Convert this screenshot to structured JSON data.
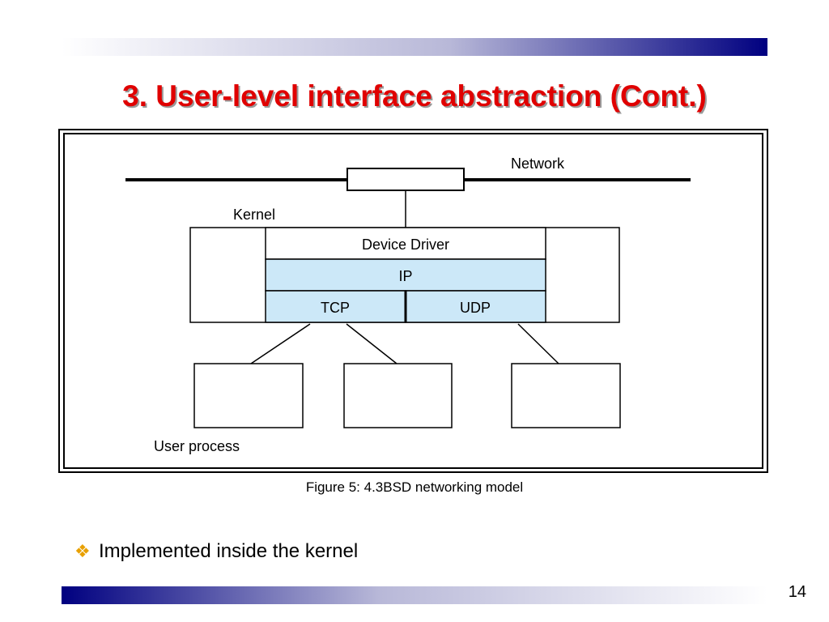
{
  "slide": {
    "title": "3. User-level interface abstraction (Cont.)",
    "page_number": "14"
  },
  "diagram": {
    "network_label": "Network",
    "kernel_label": "Kernel",
    "device_driver_label": "Device Driver",
    "ip_label": "IP",
    "tcp_label": "TCP",
    "udp_label": "UDP",
    "user_process_label": "User process",
    "protocol_fill": "#cce8f8",
    "caption": "Figure 5: 4.3BSD networking model"
  },
  "bullets": [
    {
      "icon": "diamond-bullet-icon",
      "text": "Implemented inside the kernel"
    }
  ],
  "colors": {
    "title": "#e00000",
    "bullet": "#e8a000",
    "bar": "#000080"
  }
}
